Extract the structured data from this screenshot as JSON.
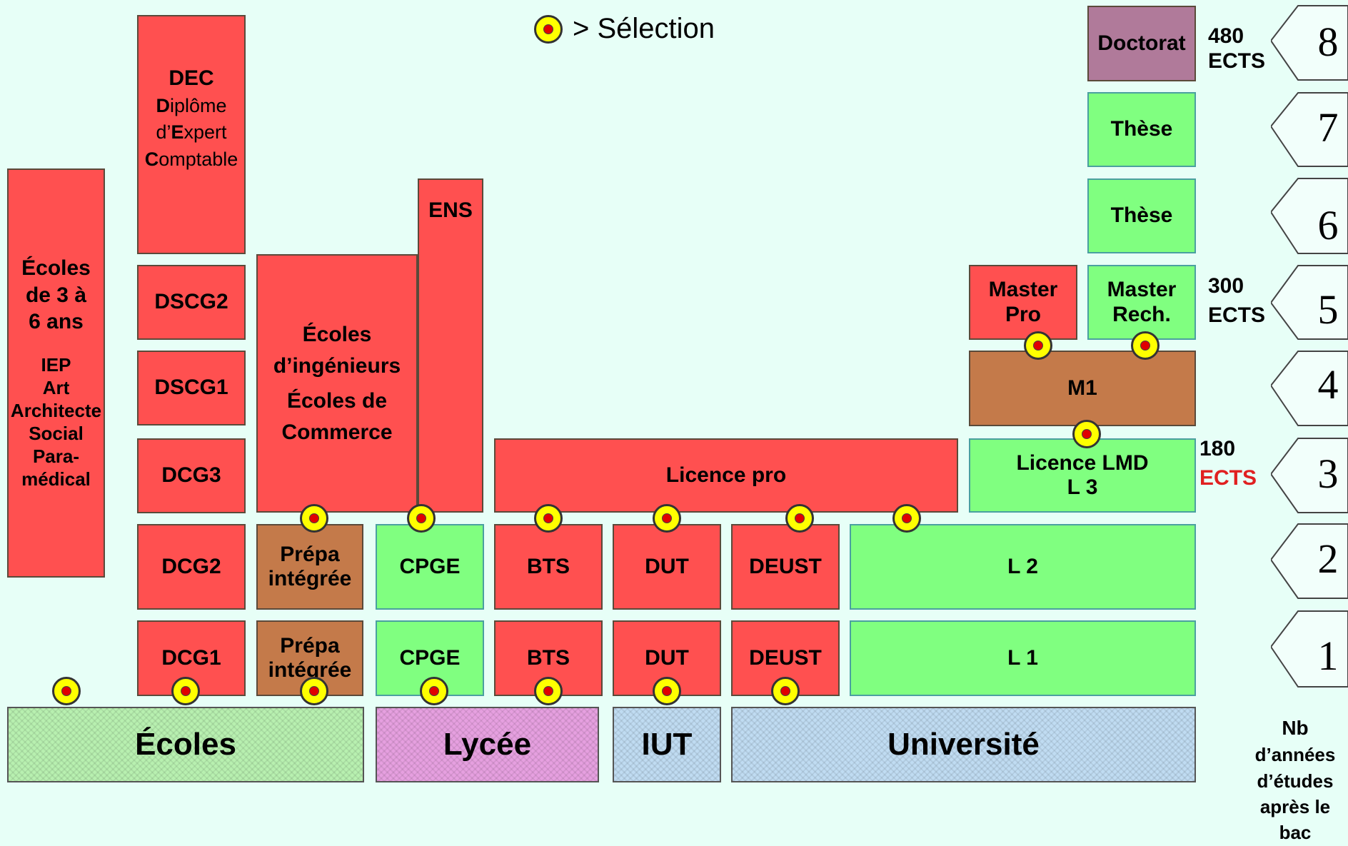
{
  "legend": {
    "text": "> Sélection"
  },
  "colors": {
    "red": "#ff5050",
    "green": "#80ff80",
    "brown": "#c47a4a",
    "mauve": "#b07a9a",
    "dot": "#ffff00"
  },
  "years": [
    "8",
    "7",
    "6",
    "5",
    "4",
    "3",
    "2",
    "1"
  ],
  "years_caption": [
    "Nb",
    "d’années",
    "d’études",
    "après le",
    "bac"
  ],
  "ects": {
    "e480": [
      "480",
      "ECTS"
    ],
    "e300": [
      "300",
      "ECTS"
    ],
    "e180": [
      "180",
      "ECTS"
    ]
  },
  "bases": {
    "ecoles": "Écoles",
    "lycee": "Lycée",
    "iut": "IUT",
    "universite": "Université"
  },
  "ecoles_col": {
    "title": [
      "Écoles",
      "de 3 à",
      "6 ans"
    ],
    "list": [
      "IEP",
      "Art",
      "Architecte",
      "Social",
      "Para-",
      "médical"
    ]
  },
  "dec": {
    "title": "DEC",
    "full": [
      [
        "D",
        "iplôme"
      ],
      [
        "d’",
        "E",
        "xpert"
      ],
      [
        "C",
        "omptable"
      ]
    ]
  },
  "dscg2": "DSCG2",
  "dscg1": "DSCG1",
  "dcg3": "DCG3",
  "dcg2": "DCG2",
  "dcg1": "DCG1",
  "ing": {
    "l1": "Écoles",
    "l2": "d’ingénieurs",
    "l3": "Écoles de",
    "l4": "Commerce"
  },
  "ens": "ENS",
  "prepa": [
    "Prépa",
    "intégrée"
  ],
  "cpge": "CPGE",
  "bts": "BTS",
  "dut": "DUT",
  "deust": "DEUST",
  "licence_pro": "Licence pro",
  "l1": "L 1",
  "l2": "L 2",
  "licence_lmd": [
    "Licence LMD",
    "L 3"
  ],
  "m1": "M1",
  "master_pro": [
    "Master",
    "Pro"
  ],
  "master_rech": [
    "Master",
    "Rech."
  ],
  "these": "Thèse",
  "doctorat": "Doctorat"
}
